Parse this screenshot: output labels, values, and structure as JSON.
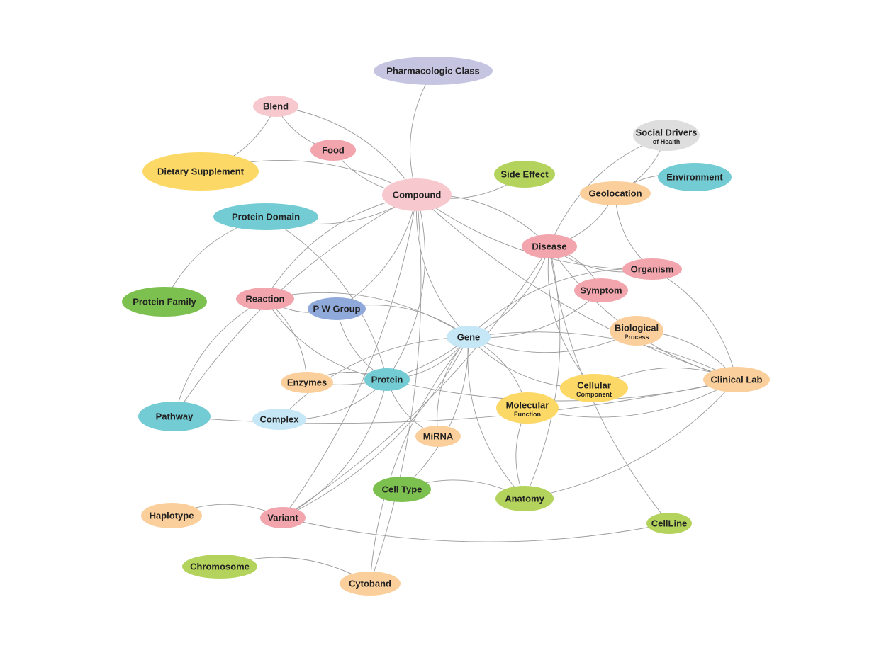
{
  "colors": {
    "pink": "#f7c8ce",
    "salmon": "#f2a5ad",
    "teal": "#73cbd3",
    "yellow": "#fcd867",
    "peach": "#fbcf9b",
    "lime": "#b3d35d",
    "green": "#7cc04f",
    "lavender": "#c5c5e2",
    "grey": "#dedede",
    "lightblue": "#c5e7f6",
    "blue": "#8fa9da"
  },
  "nodes": [
    {
      "id": "pharmacologic-class",
      "label": "Pharmacologic Class",
      "sub": "",
      "color": "lavender"
    },
    {
      "id": "blend",
      "label": "Blend",
      "sub": "",
      "color": "pink"
    },
    {
      "id": "food",
      "label": "Food",
      "sub": "",
      "color": "salmon"
    },
    {
      "id": "dietary-supplement",
      "label": "Dietary Supplement",
      "sub": "",
      "color": "yellow"
    },
    {
      "id": "compound",
      "label": "Compound",
      "sub": "",
      "color": "pink"
    },
    {
      "id": "side-effect",
      "label": "Side Effect",
      "sub": "",
      "color": "lime"
    },
    {
      "id": "social-drivers",
      "label": "Social Drivers",
      "sub": "of Health",
      "color": "grey"
    },
    {
      "id": "environment",
      "label": "Environment",
      "sub": "",
      "color": "teal"
    },
    {
      "id": "geolocation",
      "label": "Geolocation",
      "sub": "",
      "color": "peach"
    },
    {
      "id": "protein-domain",
      "label": "Protein Domain",
      "sub": "",
      "color": "teal"
    },
    {
      "id": "disease",
      "label": "Disease",
      "sub": "",
      "color": "salmon"
    },
    {
      "id": "organism",
      "label": "Organism",
      "sub": "",
      "color": "salmon"
    },
    {
      "id": "symptom",
      "label": "Symptom",
      "sub": "",
      "color": "salmon"
    },
    {
      "id": "protein-family",
      "label": "Protein Family",
      "sub": "",
      "color": "green"
    },
    {
      "id": "reaction",
      "label": "Reaction",
      "sub": "",
      "color": "salmon"
    },
    {
      "id": "pw-group",
      "label": "P W Group",
      "sub": "",
      "color": "blue"
    },
    {
      "id": "gene",
      "label": "Gene",
      "sub": "",
      "color": "lightblue"
    },
    {
      "id": "biological-process",
      "label": "Biological",
      "sub": "Process",
      "color": "peach"
    },
    {
      "id": "enzymes",
      "label": "Enzymes",
      "sub": "",
      "color": "peach"
    },
    {
      "id": "protein",
      "label": "Protein",
      "sub": "",
      "color": "teal"
    },
    {
      "id": "cellular-component",
      "label": "Cellular",
      "sub": "Component",
      "color": "yellow"
    },
    {
      "id": "clinical-lab",
      "label": "Clinical Lab",
      "sub": "",
      "color": "peach"
    },
    {
      "id": "pathway",
      "label": "Pathway",
      "sub": "",
      "color": "teal"
    },
    {
      "id": "molecular-function",
      "label": "Molecular",
      "sub": "Function",
      "color": "yellow"
    },
    {
      "id": "complex",
      "label": "Complex",
      "sub": "",
      "color": "lightblue"
    },
    {
      "id": "mirna",
      "label": "MiRNA",
      "sub": "",
      "color": "peach"
    },
    {
      "id": "cell-type",
      "label": "Cell Type",
      "sub": "",
      "color": "green"
    },
    {
      "id": "anatomy",
      "label": "Anatomy",
      "sub": "",
      "color": "lime"
    },
    {
      "id": "haplotype",
      "label": "Haplotype",
      "sub": "",
      "color": "peach"
    },
    {
      "id": "variant",
      "label": "Variant",
      "sub": "",
      "color": "salmon"
    },
    {
      "id": "cellline",
      "label": "CellLine",
      "sub": "",
      "color": "lime"
    },
    {
      "id": "chromosome",
      "label": "Chromosome",
      "sub": "",
      "color": "lime"
    },
    {
      "id": "cytoband",
      "label": "Cytoband",
      "sub": "",
      "color": "peach"
    }
  ],
  "edges": [
    [
      "pharmacologic-class",
      "compound"
    ],
    [
      "blend",
      "dietary-supplement"
    ],
    [
      "blend",
      "food"
    ],
    [
      "blend",
      "compound"
    ],
    [
      "food",
      "compound"
    ],
    [
      "dietary-supplement",
      "compound"
    ],
    [
      "compound",
      "side-effect"
    ],
    [
      "compound",
      "disease"
    ],
    [
      "compound",
      "organism"
    ],
    [
      "compound",
      "protein-domain"
    ],
    [
      "compound",
      "reaction"
    ],
    [
      "compound",
      "pw-group"
    ],
    [
      "compound",
      "gene"
    ],
    [
      "compound",
      "protein"
    ],
    [
      "compound",
      "clinical-lab"
    ],
    [
      "compound",
      "variant"
    ],
    [
      "compound",
      "pathway"
    ],
    [
      "compound",
      "cytoband"
    ],
    [
      "protein-domain",
      "protein-family"
    ],
    [
      "protein-domain",
      "protein"
    ],
    [
      "social-drivers",
      "disease"
    ],
    [
      "social-drivers",
      "geolocation"
    ],
    [
      "environment",
      "geolocation"
    ],
    [
      "geolocation",
      "disease"
    ],
    [
      "geolocation",
      "organism"
    ],
    [
      "disease",
      "symptom"
    ],
    [
      "disease",
      "organism"
    ],
    [
      "disease",
      "gene"
    ],
    [
      "disease",
      "cellular-component"
    ],
    [
      "disease",
      "anatomy"
    ],
    [
      "disease",
      "cellline"
    ],
    [
      "disease",
      "variant"
    ],
    [
      "disease",
      "clinical-lab"
    ],
    [
      "organism",
      "clinical-lab"
    ],
    [
      "organism",
      "gene"
    ],
    [
      "symptom",
      "gene"
    ],
    [
      "reaction",
      "pw-group"
    ],
    [
      "reaction",
      "gene"
    ],
    [
      "reaction",
      "protein"
    ],
    [
      "reaction",
      "enzymes"
    ],
    [
      "reaction",
      "pathway"
    ],
    [
      "pw-group",
      "gene"
    ],
    [
      "pw-group",
      "protein"
    ],
    [
      "gene",
      "protein"
    ],
    [
      "gene",
      "biological-process"
    ],
    [
      "gene",
      "molecular-function"
    ],
    [
      "gene",
      "cellular-component"
    ],
    [
      "gene",
      "clinical-lab"
    ],
    [
      "gene",
      "mirna"
    ],
    [
      "gene",
      "cell-type"
    ],
    [
      "gene",
      "anatomy"
    ],
    [
      "gene",
      "variant"
    ],
    [
      "gene",
      "complex"
    ],
    [
      "gene",
      "enzymes"
    ],
    [
      "gene",
      "cytoband"
    ],
    [
      "biological-process",
      "clinical-lab"
    ],
    [
      "protein",
      "enzymes"
    ],
    [
      "protein",
      "complex"
    ],
    [
      "protein",
      "mirna"
    ],
    [
      "protein",
      "variant"
    ],
    [
      "protein",
      "clinical-lab"
    ],
    [
      "clinical-lab",
      "molecular-function"
    ],
    [
      "clinical-lab",
      "cellular-component"
    ],
    [
      "clinical-lab",
      "anatomy"
    ],
    [
      "pathway",
      "clinical-lab"
    ],
    [
      "cell-type",
      "anatomy"
    ],
    [
      "molecular-function",
      "anatomy"
    ],
    [
      "haplotype",
      "variant"
    ],
    [
      "variant",
      "cellline"
    ],
    [
      "chromosome",
      "cytoband"
    ]
  ]
}
